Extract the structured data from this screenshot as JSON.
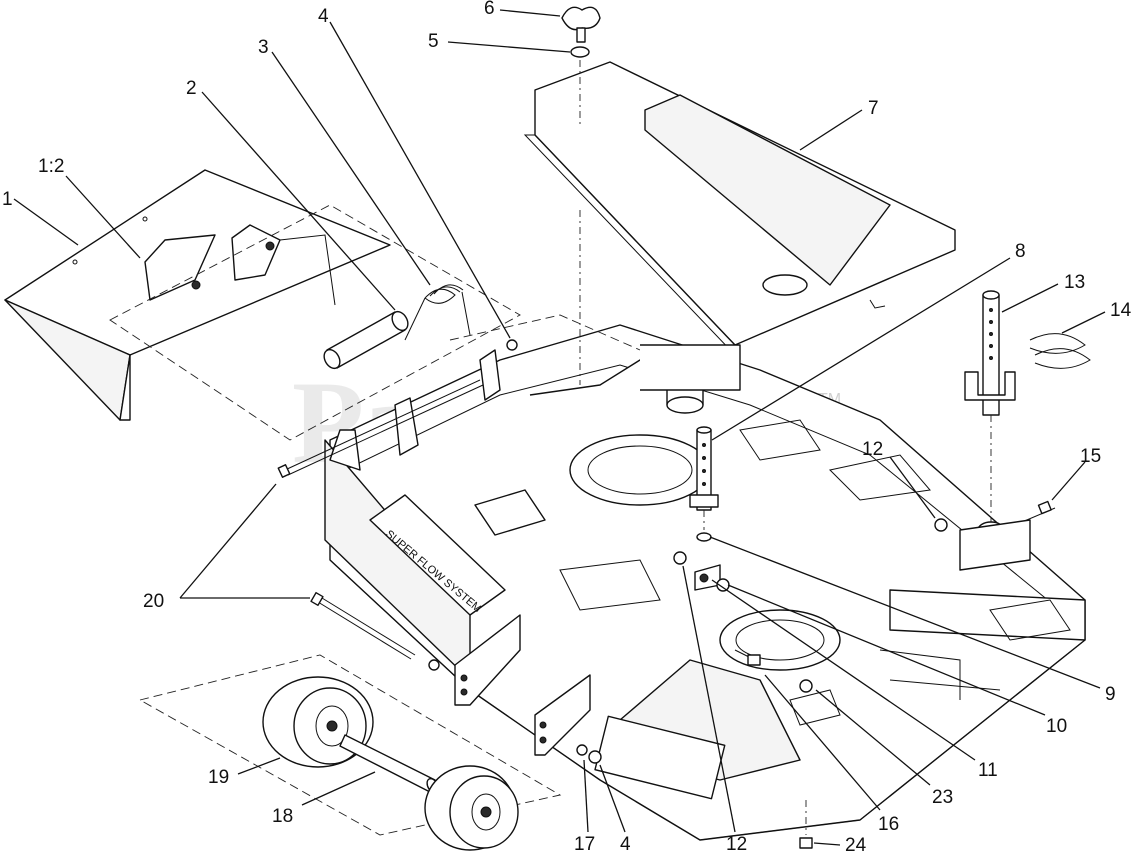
{
  "diagram": {
    "watermark": "PartsTree",
    "trademark": "TM",
    "decal_text": "SUPER FLOW SYSTEM",
    "callouts": [
      "1",
      "1:2",
      "2",
      "3",
      "4",
      "5",
      "6",
      "7",
      "8",
      "9",
      "10",
      "11",
      "12",
      "12",
      "13",
      "14",
      "15",
      "16",
      "17",
      "4",
      "18",
      "19",
      "20",
      "23",
      "24"
    ]
  }
}
